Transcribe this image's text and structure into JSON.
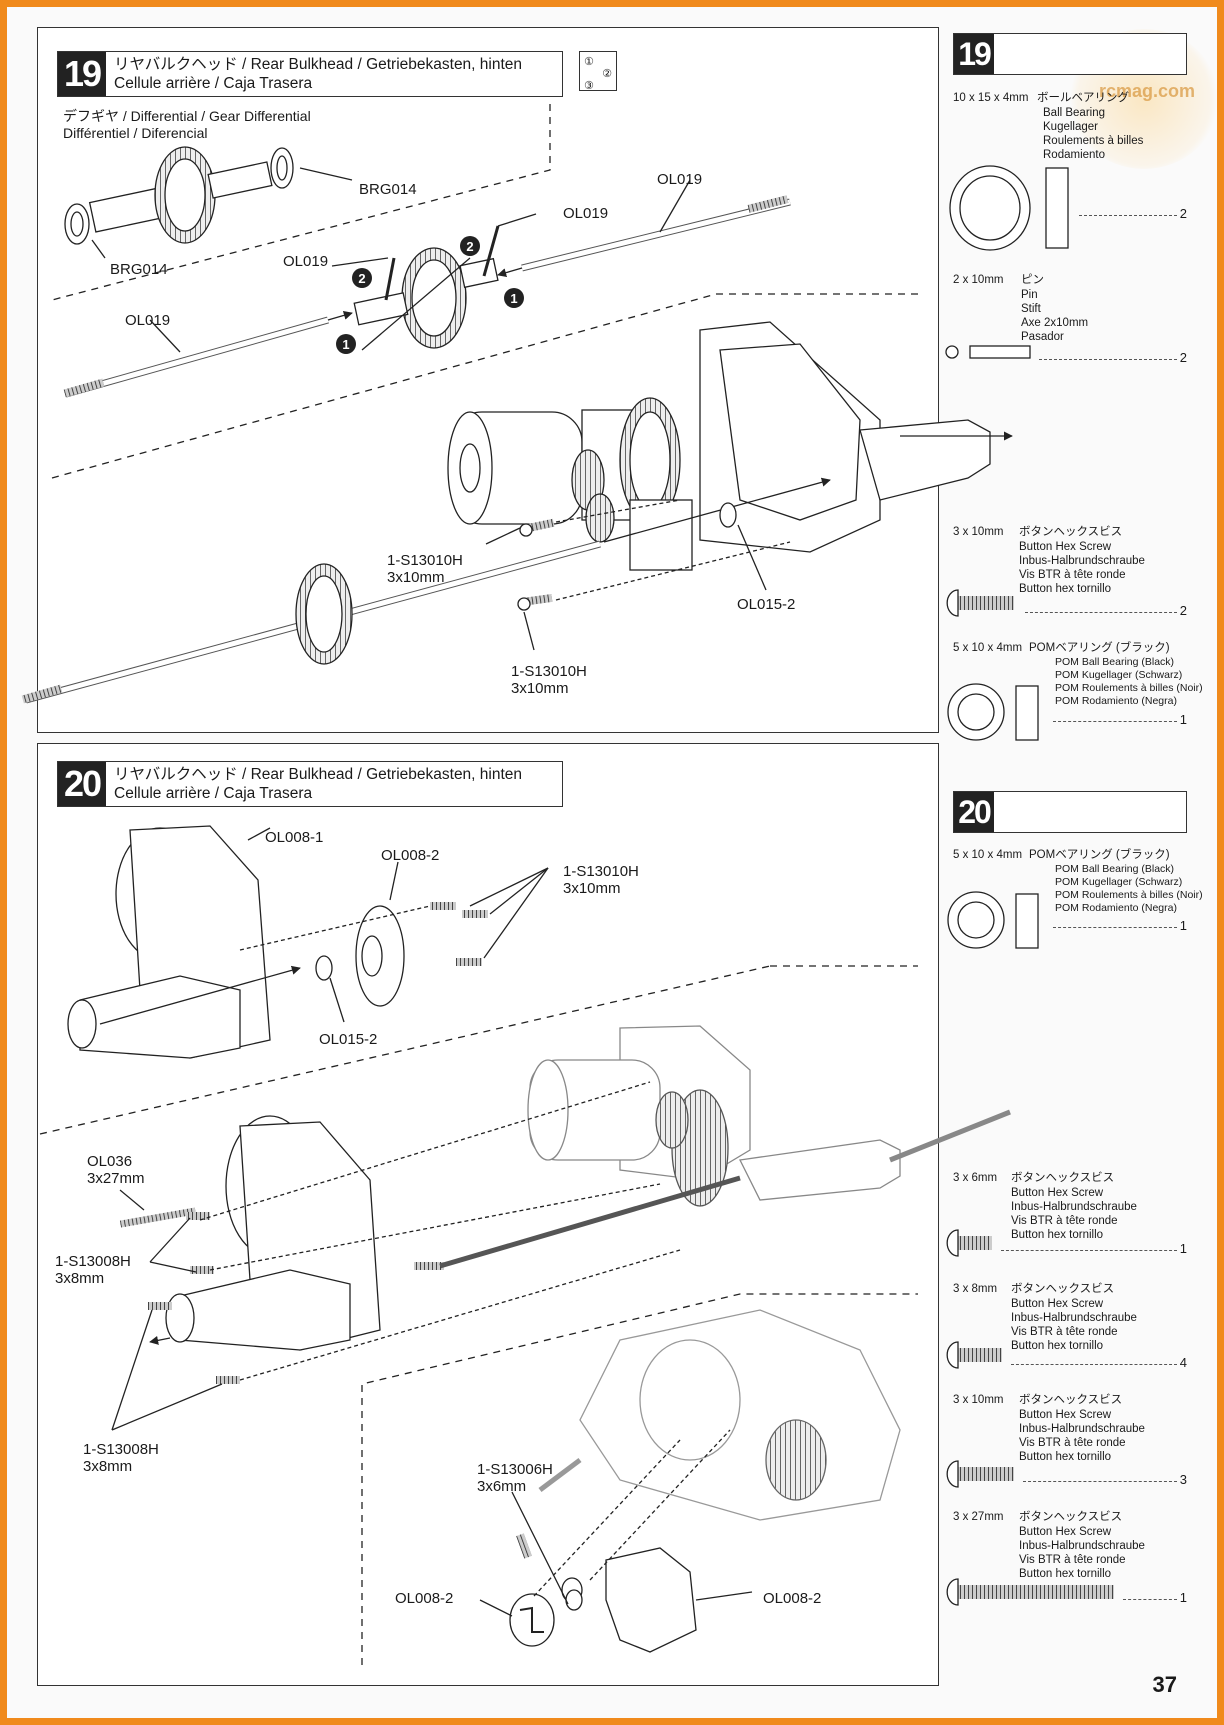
{
  "steps": [
    {
      "number": "19",
      "title_line1": "リヤバルクヘッド / Rear Bulkhead / Getriebekasten, hinten",
      "title_line2": "Cellule arrière / Caja Trasera",
      "sequence_icon": [
        "①",
        "②",
        "③"
      ],
      "labels": {
        "differential": "デフギヤ / Differential / Gear Differential",
        "differential2": "Différentiel / Diferencial",
        "brg014_a": "BRG014",
        "brg014_b": "BRG014",
        "ol019_a": "OL019",
        "ol019_b": "OL019",
        "ol019_c": "OL019",
        "ol019_d": "OL019",
        "screw_a_code": "1-S13010H",
        "screw_a_size": "3x10mm",
        "screw_b_code": "1-S13010H",
        "screw_b_size": "3x10mm",
        "ol015_2": "OL015-2",
        "mark1": "1",
        "mark2": "2"
      }
    },
    {
      "number": "20",
      "title_line1": "リヤバルクヘッド / Rear Bulkhead / Getriebekasten, hinten",
      "title_line2": "Cellule arrière / Caja Trasera",
      "labels": {
        "ol008_1": "OL008-1",
        "ol008_2_top": "OL008-2",
        "screw_c_code": "1-S13010H",
        "screw_c_size": "3x10mm",
        "ol015_2": "OL015-2",
        "ol036_code": "OL036",
        "ol036_size": "3x27mm",
        "screw_d_code": "1-S13008H",
        "screw_d_size": "3x8mm",
        "screw_e_code": "1-S13008H",
        "screw_e_size": "3x8mm",
        "screw_f_code": "1-S13006H",
        "screw_f_size": "3x6mm",
        "ol008_2_left": "OL008-2",
        "ol008_2_right": "OL008-2"
      }
    }
  ],
  "parts_19": {
    "header": "19",
    "items": [
      {
        "dim": "10 x 15 x 4mm",
        "jp": "ボールベアリング",
        "names": [
          "Ball Bearing",
          "Kugellager",
          "Roulements à billes",
          "Rodamiento"
        ],
        "qty": "2"
      },
      {
        "dim": "2 x 10mm",
        "jp": "ピン",
        "names": [
          "Pin",
          "Stift",
          "Axe 2x10mm",
          "Pasador"
        ],
        "qty": "2"
      },
      {
        "dim": "3 x 10mm",
        "jp": "ボタンヘックスビス",
        "names": [
          "Button Hex Screw",
          "Inbus-Halbrundschraube",
          "Vis BTR à tête ronde",
          "Button hex tornillo"
        ],
        "qty": "2"
      },
      {
        "dim": "5 x 10 x 4mm",
        "jp": "POMベアリング (ブラック)",
        "names": [
          "POM Ball Bearing (Black)",
          "POM Kugellager (Schwarz)",
          "POM Roulements à billes (Noir)",
          "POM Rodamiento (Negra)"
        ],
        "qty": "1"
      }
    ]
  },
  "parts_20": {
    "header": "20",
    "items": [
      {
        "dim": "5 x 10 x 4mm",
        "jp": "POMベアリング (ブラック)",
        "names": [
          "POM Ball Bearing (Black)",
          "POM Kugellager (Schwarz)",
          "POM Roulements à billes (Noir)",
          "POM Rodamiento (Negra)"
        ],
        "qty": "1"
      },
      {
        "dim": "3 x 6mm",
        "jp": "ボタンヘックスビス",
        "names": [
          "Button Hex Screw",
          "Inbus-Halbrundschraube",
          "Vis BTR à tête ronde",
          "Button hex tornillo"
        ],
        "qty": "1"
      },
      {
        "dim": "3 x 8mm",
        "jp": "ボタンヘックスビス",
        "names": [
          "Button Hex Screw",
          "Inbus-Halbrundschraube",
          "Vis BTR à tête ronde",
          "Button hex tornillo"
        ],
        "qty": "4"
      },
      {
        "dim": "3 x 10mm",
        "jp": "ボタンヘックスビス",
        "names": [
          "Button Hex Screw",
          "Inbus-Halbrundschraube",
          "Vis BTR à tête ronde",
          "Button hex tornillo"
        ],
        "qty": "3"
      },
      {
        "dim": "3 x 27mm",
        "jp": "ボタンヘックスビス",
        "names": [
          "Button Hex Screw",
          "Inbus-Halbrundschraube",
          "Vis BTR à tête ronde",
          "Button hex tornillo"
        ],
        "qty": "1"
      }
    ]
  },
  "watermark": "rcmag.com",
  "page_number": "37"
}
